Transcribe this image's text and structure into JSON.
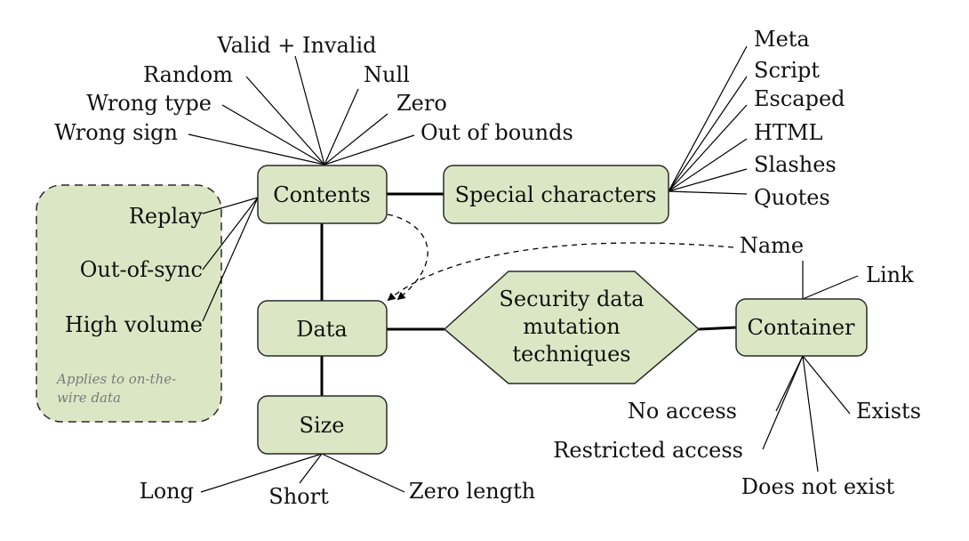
{
  "nodes": {
    "contents": "Contents",
    "special_characters": "Special characters",
    "data": "Data",
    "size": "Size",
    "container": "Container",
    "center_line1": "Security data",
    "center_line2": "mutation",
    "center_line3": "techniques"
  },
  "contents_leaves": {
    "valid_invalid": "Valid + Invalid",
    "random": "Random",
    "null": "Null",
    "wrong_type": "Wrong type",
    "zero": "Zero",
    "wrong_sign": "Wrong sign",
    "out_of_bounds": "Out of bounds"
  },
  "special_leaves": {
    "meta": "Meta",
    "script": "Script",
    "escaped": "Escaped",
    "html": "HTML",
    "slashes": "Slashes",
    "quotes": "Quotes"
  },
  "wire_group": {
    "replay": "Replay",
    "out_of_sync": "Out-of-sync",
    "high_volume": "High volume",
    "note_line1": "Applies to on-the-",
    "note_line2": "wire data"
  },
  "size_leaves": {
    "long": "Long",
    "short": "Short",
    "zero_length": "Zero length"
  },
  "container_leaves": {
    "name": "Name",
    "link": "Link",
    "no_access": "No access",
    "restricted_access": "Restricted access",
    "does_not_exist": "Does not exist",
    "exists": "Exists"
  }
}
